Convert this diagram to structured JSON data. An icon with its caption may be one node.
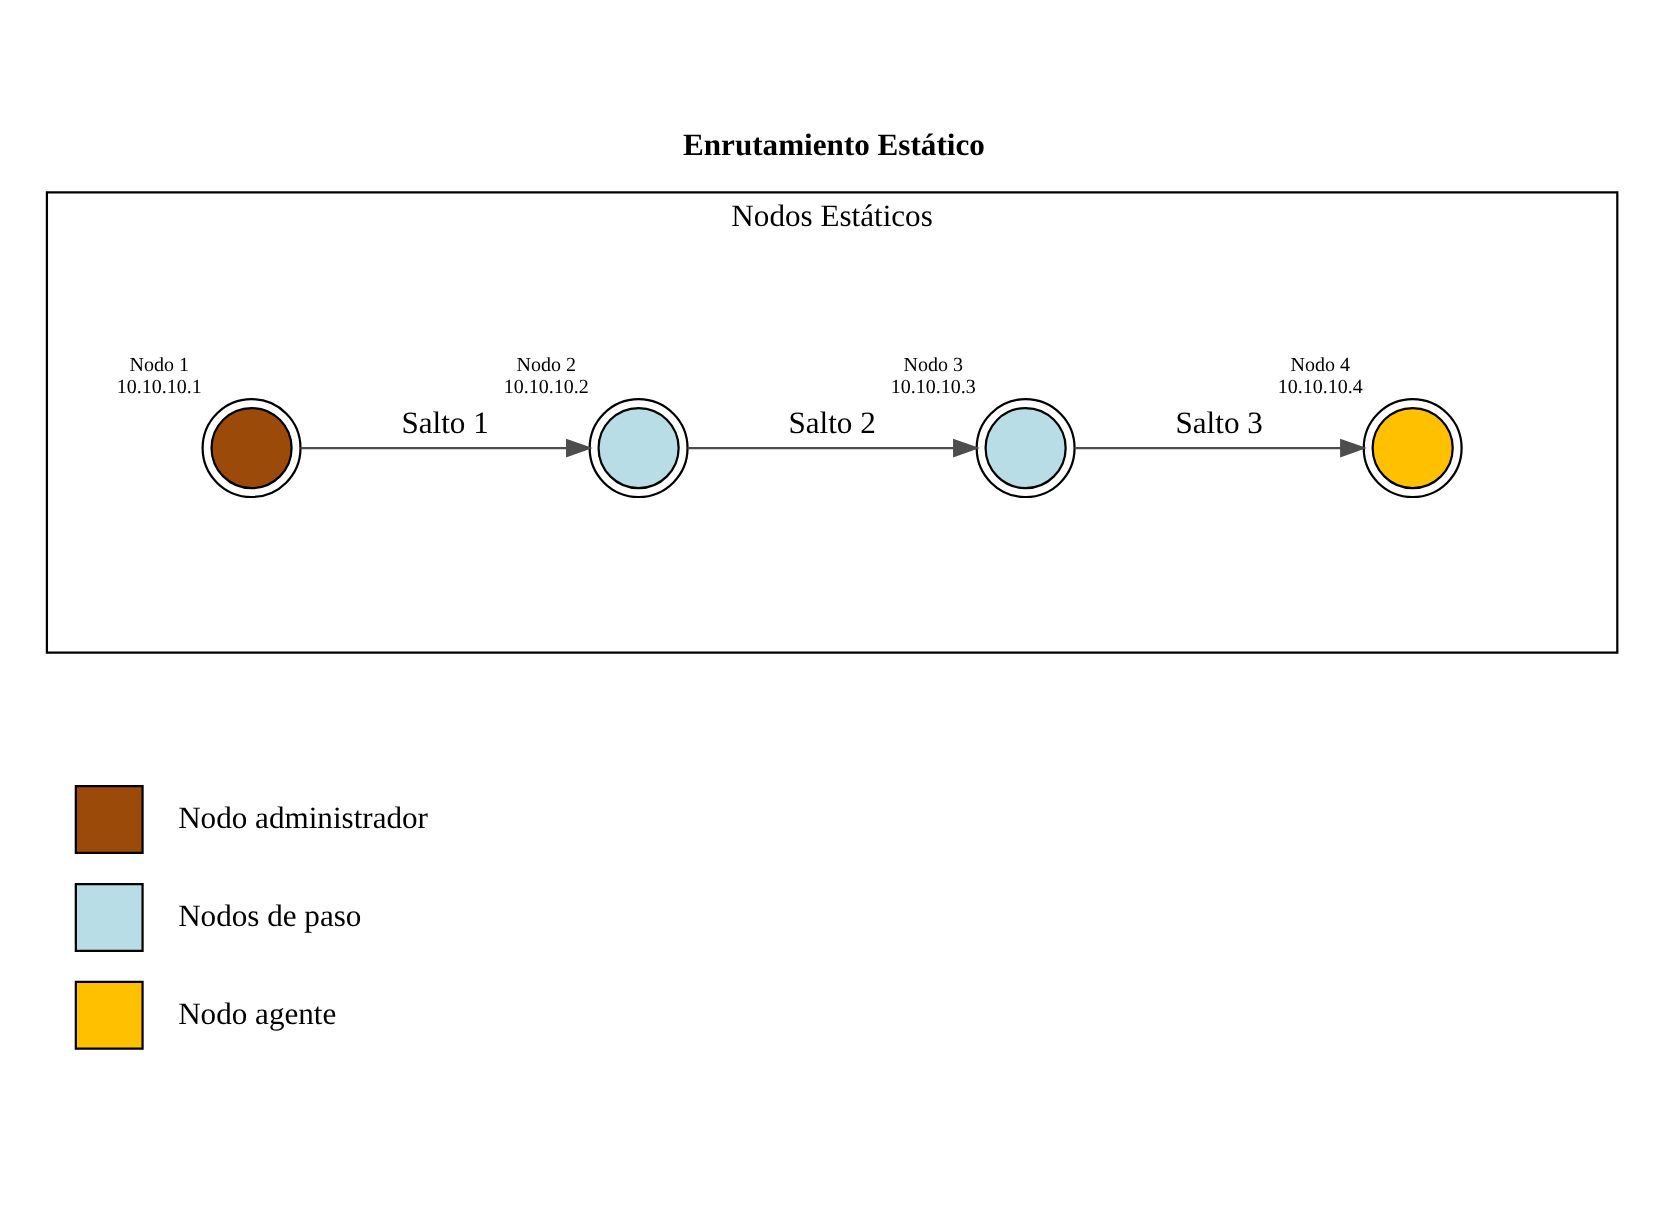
{
  "diagram": {
    "title": "Enrutamiento Estático",
    "nodes": [
      {
        "text": [
          "Nodos Estáticos"
        ]
      },
      {
        "text": [],
        "shape": "circle",
        "beside": [
          "Nodo 1",
          "10.10.10.1"
        ],
        "in": 0
      },
      {
        "text": [],
        "shape": "circle",
        "beside": [
          "Nodo 2",
          "10.10.10.2"
        ],
        "in": 0
      },
      {
        "text": [],
        "shape": "circle",
        "beside": [
          "Nodo 3",
          "10.10.10.3"
        ],
        "in": 0
      },
      {
        "text": [],
        "shape": "circle",
        "beside": [
          "Nodo 4",
          "10.10.10.4"
        ],
        "in": 0
      }
    ],
    "edges": [
      {
        "from": 1,
        "to": 2,
        "arrow": "to",
        "label": "Salto 1"
      },
      {
        "from": 2,
        "to": 3,
        "arrow": "to",
        "label": "Salto 2"
      },
      {
        "from": 3,
        "to": 4,
        "arrow": "to",
        "label": "Salto 3"
      }
    ],
    "legend": [
      {
        "text": "Nodo administrador",
        "color": "#9c4a0a"
      },
      {
        "text": "Nodos de paso",
        "color": "#b8dde6"
      },
      {
        "text": "Nodo agente",
        "color": "#ffc000"
      }
    ]
  }
}
